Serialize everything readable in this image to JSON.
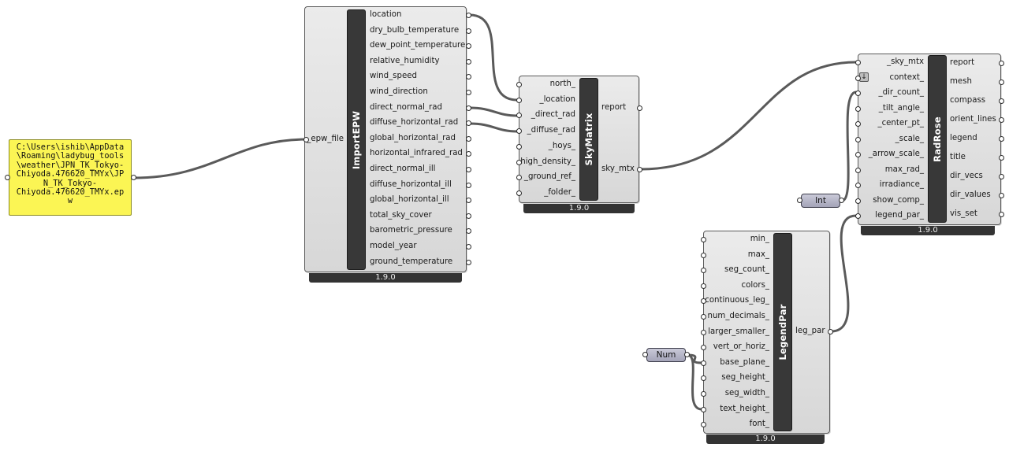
{
  "panel": {
    "text": "C:\\Users\\ishib\\AppData\n\\Roaming\\ladybug_tools\n\\weather\\JPN_TK_Tokyo-\nChiyoda.476620_TMYx\\JP\nN_TK_Tokyo-\nChiyoda.476620_TMYx.ep\nw"
  },
  "import_epw": {
    "name": "ImportEPW",
    "version": "1.9.0",
    "inputs": [
      "_epw_file"
    ],
    "outputs": [
      "location",
      "dry_bulb_temperature",
      "dew_point_temperature",
      "relative_humidity",
      "wind_speed",
      "wind_direction",
      "direct_normal_rad",
      "diffuse_horizontal_rad",
      "global_horizontal_rad",
      "horizontal_infrared_rad",
      "direct_normal_ill",
      "diffuse_horizontal_ill",
      "global_horizontal_ill",
      "total_sky_cover",
      "barometric_pressure",
      "model_year",
      "ground_temperature"
    ]
  },
  "sky_matrix": {
    "name": "SkyMatrix",
    "version": "1.9.0",
    "inputs": [
      "north_",
      "_location",
      "_direct_rad",
      "_diffuse_rad",
      "_hoys_",
      "high_density_",
      "_ground_ref_",
      "_folder_"
    ],
    "outputs": [
      "report",
      "sky_mtx"
    ]
  },
  "rad_rose": {
    "name": "RadRose",
    "version": "1.9.0",
    "inputs": [
      "_sky_mtx",
      "context_",
      "_dir_count_",
      "_tilt_angle_",
      "_center_pt_",
      "_scale_",
      "_arrow_scale_",
      "max_rad_",
      "irradiance_",
      "show_comp_",
      "legend_par_"
    ],
    "outputs": [
      "report",
      "mesh",
      "compass",
      "orient_lines",
      "legend",
      "title",
      "dir_vecs",
      "dir_values",
      "vis_set"
    ],
    "context_icon": "graft-arrow-icon"
  },
  "legend_par": {
    "name": "LegendPar",
    "version": "1.9.0",
    "inputs": [
      "min_",
      "max_",
      "seg_count_",
      "colors_",
      "continuous_leg_",
      "num_decimals_",
      "larger_smaller_",
      "vert_or_horiz_",
      "base_plane_",
      "seg_height_",
      "seg_width_",
      "text_height_",
      "font_"
    ],
    "outputs": [
      "leg_par"
    ]
  },
  "int_param": {
    "label": "Int"
  },
  "num_param": {
    "label": "Num"
  }
}
